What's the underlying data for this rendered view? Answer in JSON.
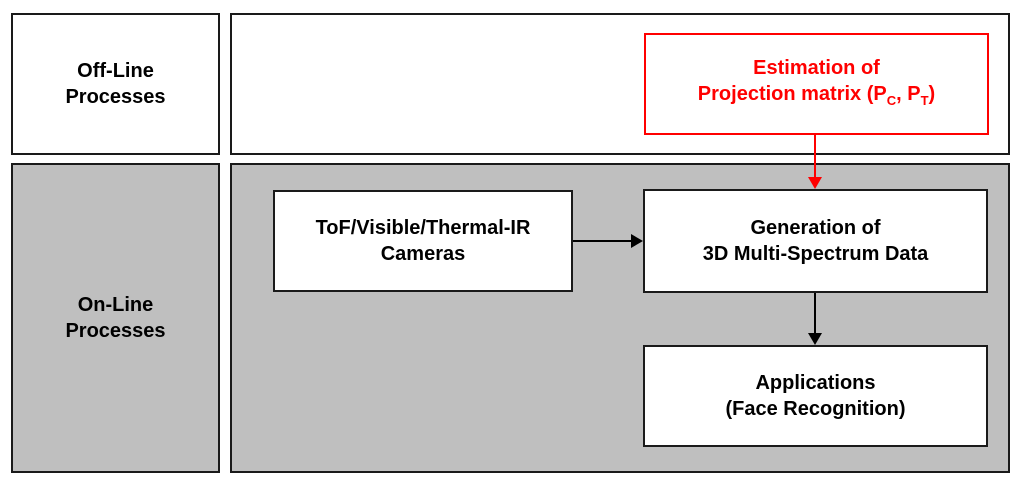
{
  "colors": {
    "accent_red": "#ff0000",
    "panel_gray": "#bfbfbf",
    "border_black": "#1a1a1a",
    "background": "#ffffff"
  },
  "lanes": {
    "offline": {
      "line1": "Off-Line",
      "line2": "Processes"
    },
    "online": {
      "line1": "On-Line",
      "line2": "Processes"
    }
  },
  "nodes": {
    "estimation": {
      "line1": "Estimation of",
      "line2_pre": "Projection matrix (P",
      "sub1": "C",
      "line2_mid": ", P",
      "sub2": "T",
      "line2_post": ")"
    },
    "cameras": {
      "line1": "ToF/Visible/Thermal-IR",
      "line2": "Cameras"
    },
    "generation": {
      "line1": "Generation of",
      "line2": "3D Multi-Spectrum Data"
    },
    "applications": {
      "line1": "Applications",
      "line2": "(Face Recognition)"
    }
  }
}
